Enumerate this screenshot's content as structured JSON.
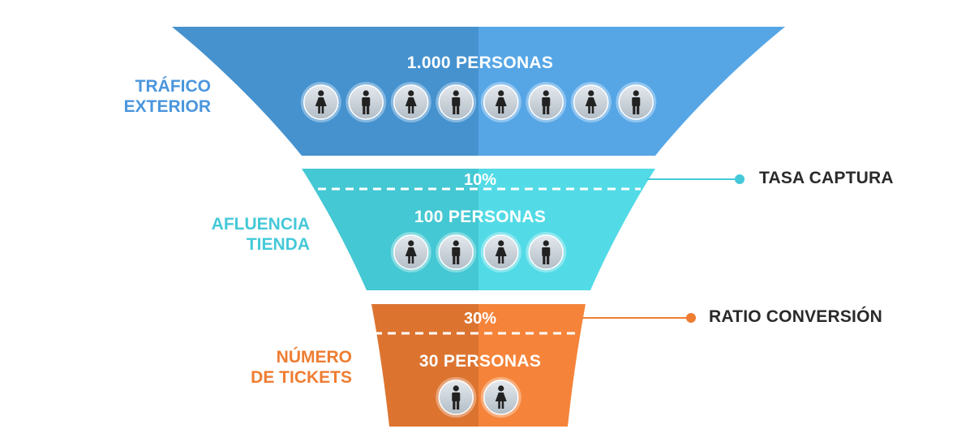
{
  "stages": [
    {
      "id": "trafico",
      "label_lines": [
        "TRÁFICO",
        "EXTERIOR"
      ],
      "count_text": "1.000 PERSONAS",
      "icons": [
        "female-icon",
        "male-icon",
        "female-icon",
        "male-icon",
        "female-icon",
        "male-icon",
        "female-icon",
        "male-icon"
      ],
      "color_left": "#4592cf",
      "color_right": "#56a6e6",
      "label_color": "#4a96dd"
    },
    {
      "id": "afluencia",
      "label_lines": [
        "AFLUENCIA",
        "TIENDA"
      ],
      "count_text": "100 PERSONAS",
      "rate_text": "10%",
      "icons": [
        "female-icon",
        "male-icon",
        "female-icon",
        "male-icon"
      ],
      "color_left": "#44c8d3",
      "color_right": "#52dbe6",
      "label_color": "#45c9d8"
    },
    {
      "id": "tickets",
      "label_lines": [
        "NÚMERO",
        "DE TICKETS"
      ],
      "count_text": "30 PERSONAS",
      "rate_text": "30%",
      "icons": [
        "male-icon",
        "female-icon"
      ],
      "color_left": "#dc7430",
      "color_right": "#f5843a",
      "label_color": "#ee7d32"
    }
  ],
  "callouts": [
    {
      "text": "TASA CAPTURA",
      "color": "#45c9d8"
    },
    {
      "text": "RATIO CONVERSIÓN",
      "color": "#ee7d32"
    }
  ],
  "icon_circle_color": "#c9d2da",
  "icon_figure_color": "#222222"
}
